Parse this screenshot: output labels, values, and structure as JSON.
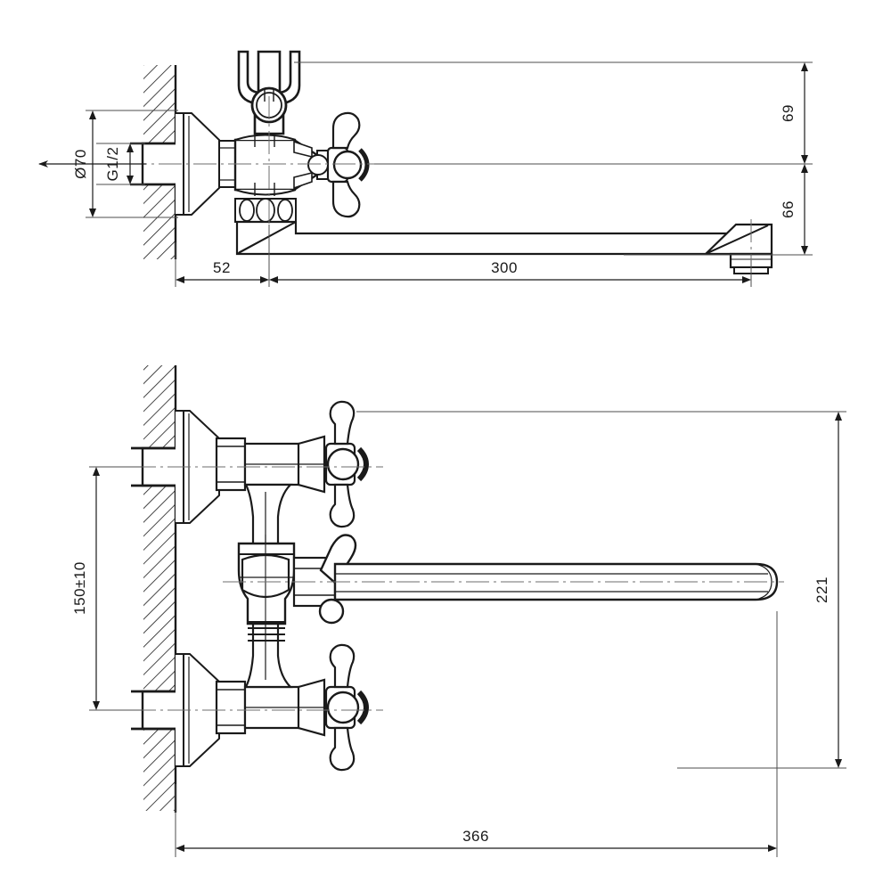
{
  "drawing": {
    "type": "technical-dimension-drawing",
    "subject": "wall-mounted bath/shower mixer tap with long swivel spout",
    "background_color": "#ffffff",
    "line_color": "#1a1a1a",
    "thin_line_color": "#4d4d4d",
    "center_line_color": "#6e6e6e",
    "units": "mm",
    "views": [
      {
        "id": "side-view",
        "name": "Side elevation (top of sheet)",
        "features": [
          "hatched wall section",
          "wall flange / escutcheon cone",
          "G1/2 threaded inlet nipple",
          "valve body with cross handle",
          "shower-hose holder cradle on top",
          "long horizontal spout with swivel aerator end"
        ]
      },
      {
        "id": "front-view",
        "name": "Front elevation (bottom of sheet)",
        "features": [
          "hatched wall section",
          "two wall flanges / escutcheons (hot and cold)",
          "two G1/2 threaded inlet nipples",
          "two cross handles",
          "central diverter lever",
          "long horizontal spout with rounded end"
        ]
      }
    ]
  },
  "dimensions": {
    "side_view": [
      {
        "id": "dim-diameter-70",
        "label": "Ø70",
        "value": 70,
        "orientation": "vertical",
        "note": "flange outer diameter"
      },
      {
        "id": "dim-thread-g12",
        "label": "G1/2",
        "value": null,
        "orientation": "vertical",
        "note": "inlet thread size"
      },
      {
        "id": "dim-height-69",
        "label": "69",
        "value": 69,
        "orientation": "vertical",
        "note": "above centre line"
      },
      {
        "id": "dim-height-66",
        "label": "66",
        "value": 66,
        "orientation": "vertical",
        "note": "below centre line"
      },
      {
        "id": "dim-depth-52",
        "label": "52",
        "value": 52,
        "orientation": "horizontal",
        "note": "wall to spout axis"
      },
      {
        "id": "dim-reach-300",
        "label": "300",
        "value": 300,
        "orientation": "horizontal",
        "note": "spout reach"
      }
    ],
    "front_view": [
      {
        "id": "dim-centres-150",
        "label": "150±10",
        "value": 150,
        "tolerance": 10,
        "orientation": "vertical",
        "note": "inlet centre distance"
      },
      {
        "id": "dim-height-221",
        "label": "221",
        "value": 221,
        "orientation": "vertical",
        "note": "overall height"
      },
      {
        "id": "dim-width-366",
        "label": "366",
        "value": 366,
        "orientation": "horizontal",
        "note": "overall width"
      }
    ]
  }
}
